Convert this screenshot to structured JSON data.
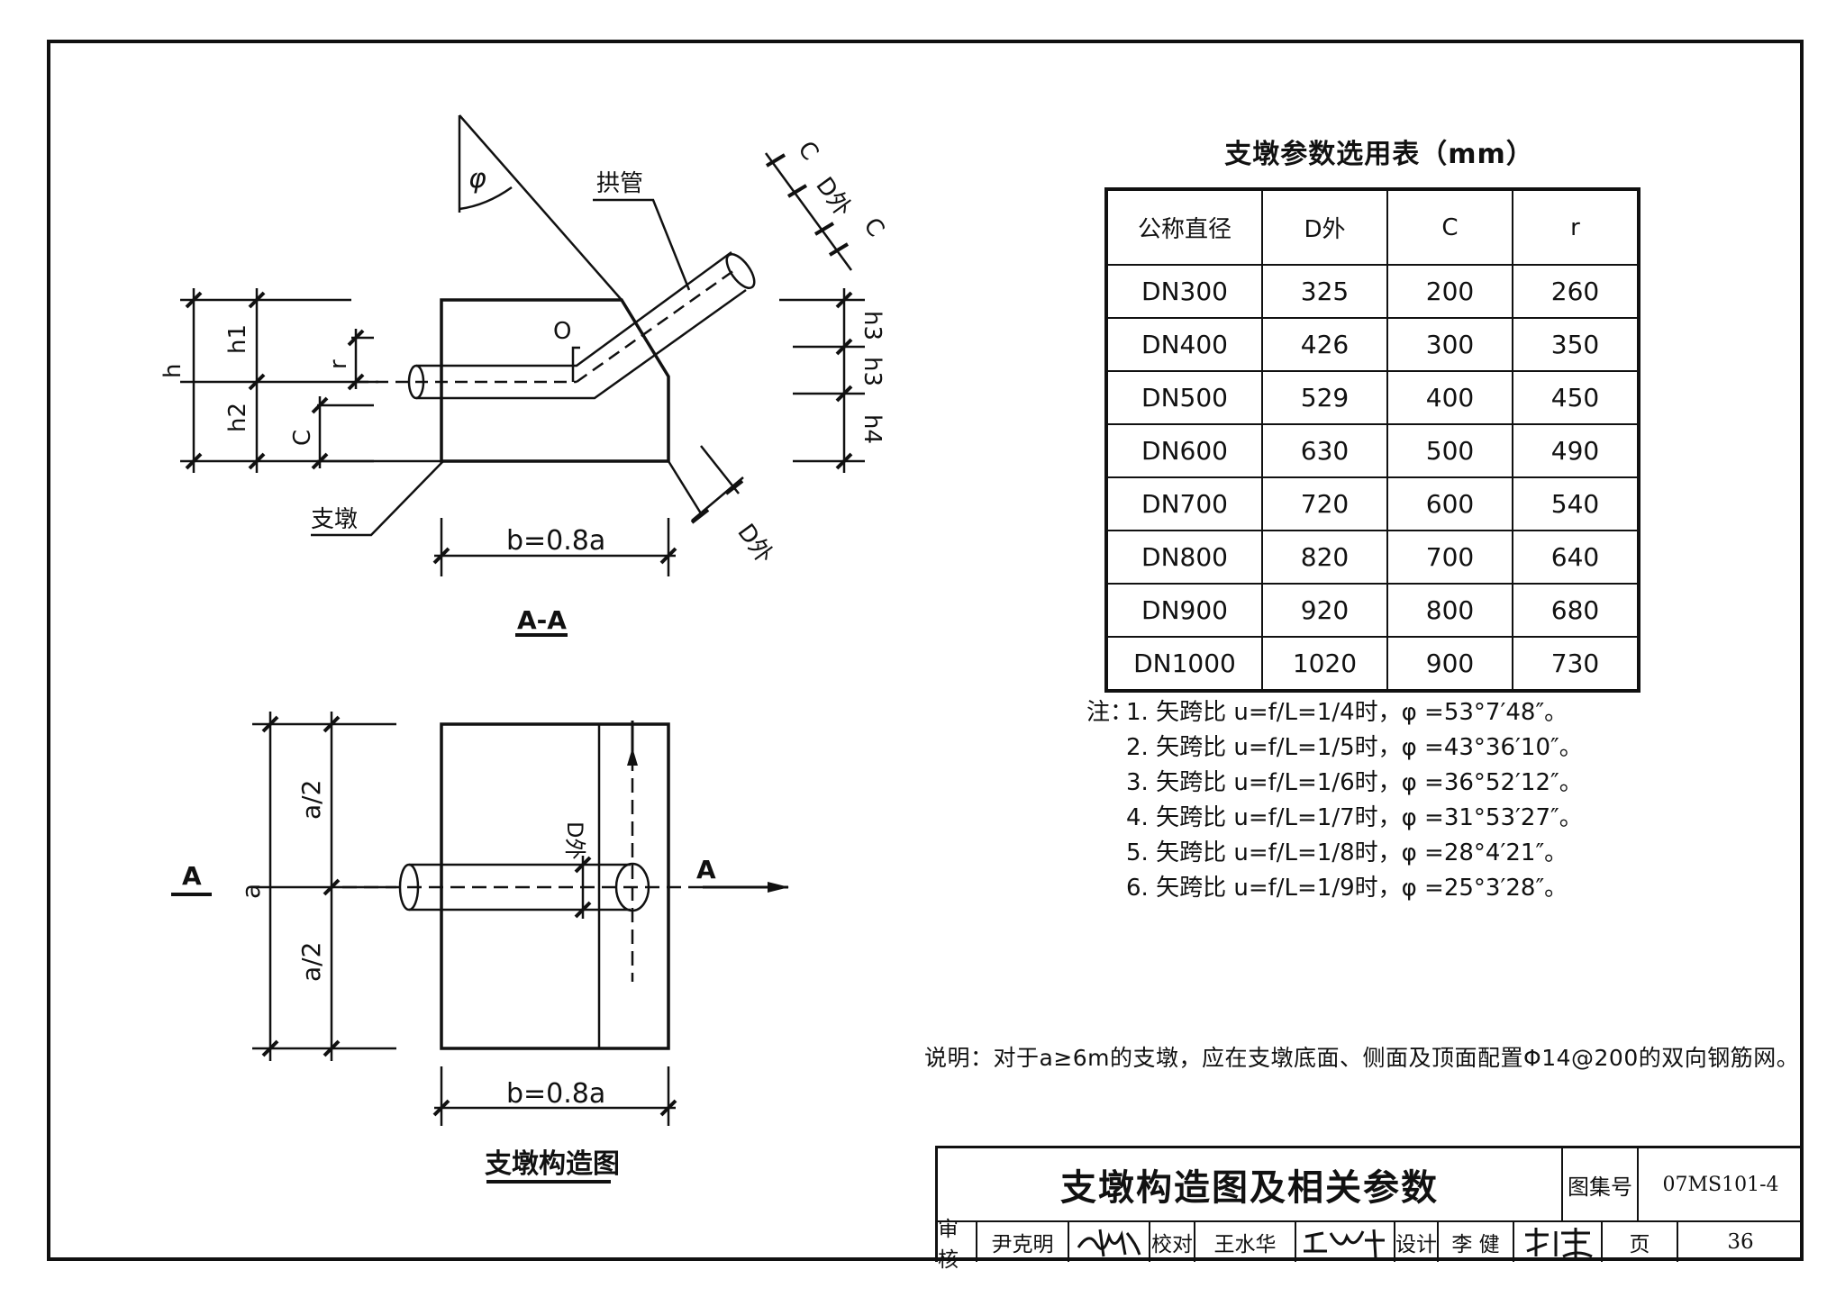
{
  "table": {
    "title": "支墩参数选用表（mm）",
    "headers": [
      "公称直径",
      "D外",
      "C",
      "r"
    ],
    "rows": [
      [
        "DN300",
        "325",
        "200",
        "260"
      ],
      [
        "DN400",
        "426",
        "300",
        "350"
      ],
      [
        "DN500",
        "529",
        "400",
        "450"
      ],
      [
        "DN600",
        "630",
        "500",
        "490"
      ],
      [
        "DN700",
        "720",
        "600",
        "540"
      ],
      [
        "DN800",
        "820",
        "700",
        "640"
      ],
      [
        "DN900",
        "920",
        "800",
        "680"
      ],
      [
        "DN1000",
        "1020",
        "900",
        "730"
      ]
    ]
  },
  "notes": {
    "lead": "注：",
    "items": [
      "1. 矢跨比 u=f/L=1/4时，φ =53°7′48″。",
      "2. 矢跨比 u=f/L=1/5时，φ =43°36′10″。",
      "3. 矢跨比 u=f/L=1/6时，φ =36°52′12″。",
      "4. 矢跨比 u=f/L=1/7时，φ =31°53′27″。",
      "5. 矢跨比 u=f/L=1/8时，φ =28°4′21″。",
      "6. 矢跨比 u=f/L=1/9时，φ =25°3′28″。"
    ]
  },
  "explanation": "说明：对于a≥6m的支墩，应在支墩底面、侧面及顶面配置Φ14@200的双向钢筋网。",
  "section_view": {
    "title": "A-A",
    "labels": {
      "phi": "φ",
      "arch_pipe": "拱管",
      "pier": "支墩",
      "origin": "O",
      "h": "h",
      "h1": "h1",
      "h2": "h2",
      "h3a": "h3",
      "h3b": "h3",
      "h4": "h4",
      "r": "r",
      "c_left": "C",
      "c_top1": "C",
      "c_top2": "C",
      "d_out_top": "D外",
      "d_out_bottom": "D外",
      "width": "b=0.8a"
    }
  },
  "plan_view": {
    "title": "支墩构造图",
    "labels": {
      "section_left": "A",
      "section_right": "A",
      "a": "a",
      "half_top": "a/2",
      "half_bottom": "a/2",
      "d_out": "D外",
      "width": "b=0.8a"
    }
  },
  "title_block": {
    "drawing_title": "支墩构造图及相关参数",
    "atlas_label": "图集号",
    "atlas_no": "07MS101-4",
    "review_label": "审核",
    "reviewer": "尹克明",
    "reviewer_signature": "尹克明",
    "check_label": "校对",
    "checker": "王水华",
    "checker_signature": "王水华",
    "design_label": "设计",
    "designer": "李 健",
    "designer_signature": "李健",
    "page_label": "页",
    "page_no": "36"
  }
}
